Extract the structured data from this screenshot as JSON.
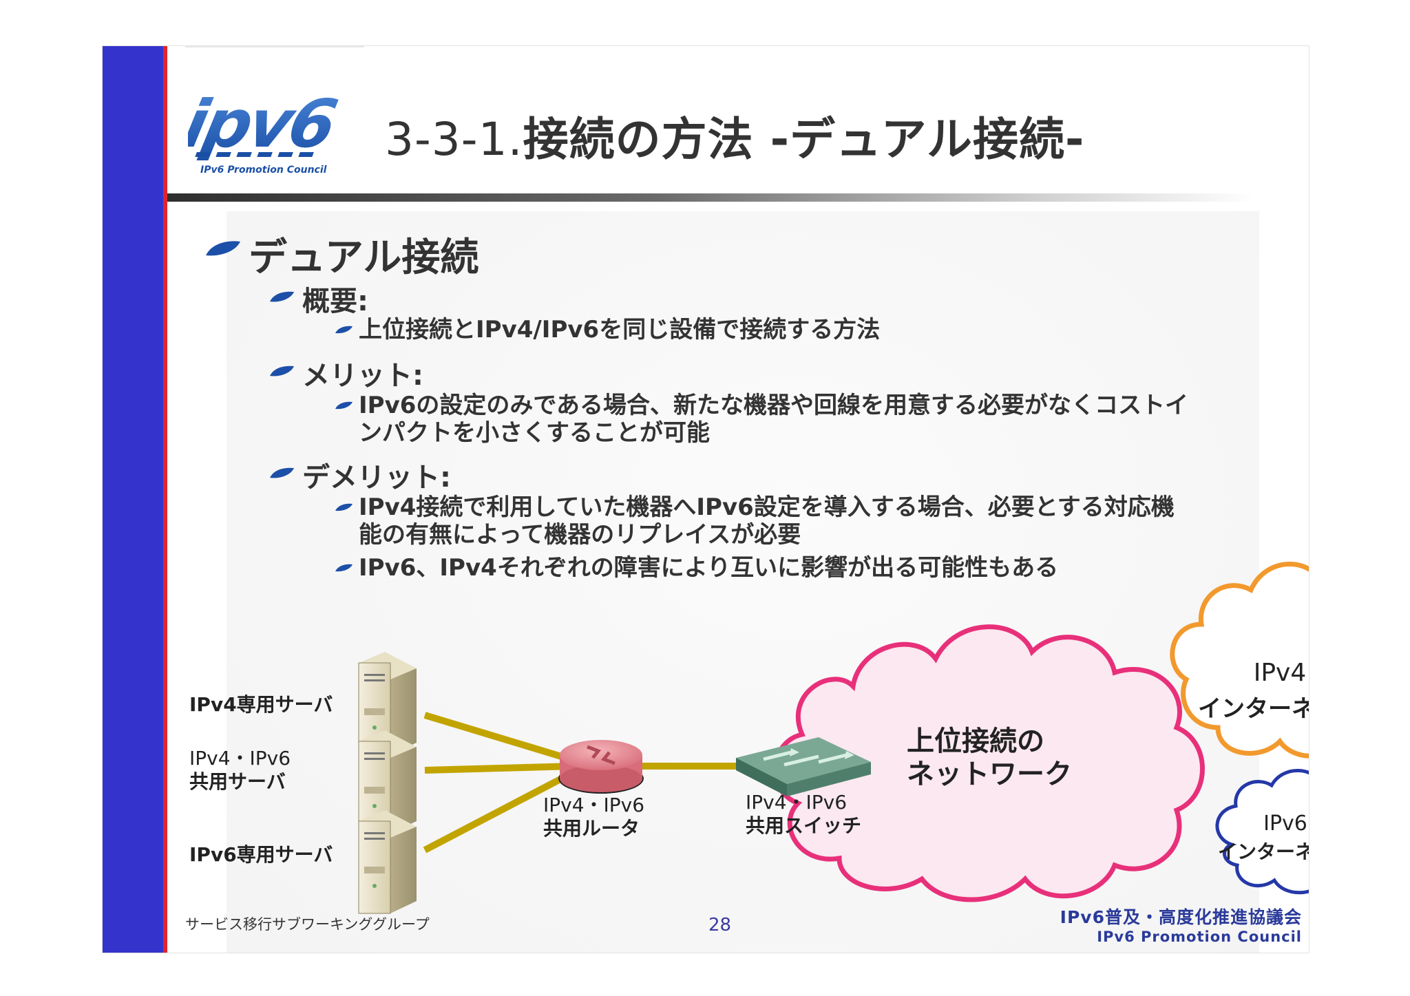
{
  "header": {
    "logo_text": "ipv6",
    "logo_subtext": "IPv6 Promotion Council",
    "title_prefix": "3-3-1.",
    "title_main": "接続の方法 -デュアル接続-"
  },
  "content": {
    "heading": "デュアル接続",
    "sections": [
      {
        "label": "概要:",
        "items": [
          [
            "上位接続とIPv4/IPv6を同じ設備で接続する方法"
          ]
        ]
      },
      {
        "label": "メリット:",
        "items": [
          [
            "IPv6の設定のみである場合、新たな機器や回線を用意する必要がなくコストイ",
            "ンパクトを小さくすることが可能"
          ]
        ]
      },
      {
        "label": "デメリット:",
        "items": [
          [
            "IPv4接続で利用していた機器へIPv6設定を導入する場合、必要とする対応機",
            "能の有無によって機器のリプレイスが必要"
          ],
          [
            "IPv6、IPv4それぞれの障害により互いに影響が出る可能性もある"
          ]
        ]
      }
    ]
  },
  "diagram": {
    "servers": {
      "ipv4_only": "IPv4専用サーバ",
      "shared_line1": "IPv4・IPv6",
      "shared_line2": "共用サーバ",
      "ipv6_only": "IPv6専用サーバ"
    },
    "router": {
      "line1": "IPv4・IPv6",
      "line2": "共用ルータ"
    },
    "switch": {
      "line1": "IPv4・IPv6",
      "line2": "共用スイッチ"
    },
    "upstream": {
      "line1": "上位接続の",
      "line2": "ネットワーク"
    },
    "ipv4_internet": {
      "line1": "IPv4",
      "line2": "インターネット"
    },
    "ipv6_internet": {
      "line1": "IPv6",
      "line2": "インターネット"
    },
    "colors": {
      "link": "#c2a400",
      "upstream_cloud": "#e8307a",
      "ipv4_cloud": "#f2992e",
      "ipv6_cloud": "#2438a8",
      "router": "#e08890",
      "switch": "#5e8c78"
    }
  },
  "footer": {
    "group": "サービス移行サブワーキンググループ",
    "page_number": "28",
    "org_jp": "IPv6普及・高度化推進協議会",
    "org_en": "IPv6 Promotion Council"
  },
  "theme": {
    "left_bar": "#3434cc",
    "accent_red": "#e0242b",
    "bullet_blue": "#1c4fa8"
  }
}
